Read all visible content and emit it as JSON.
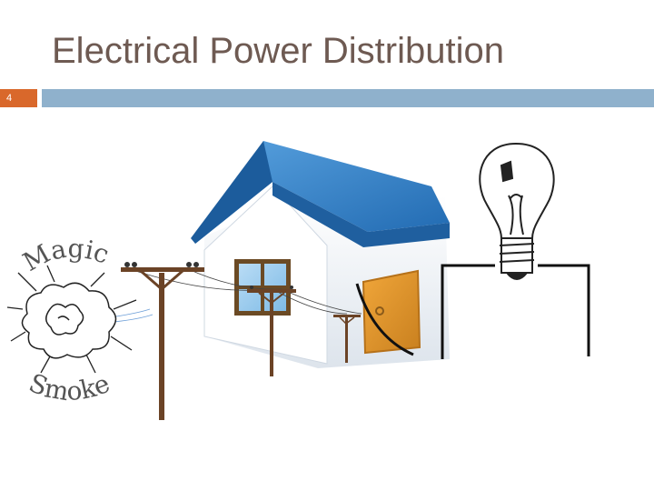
{
  "slide": {
    "title": "Electrical Power Distribution",
    "number": "4"
  },
  "art": {
    "magic_text": "Magic",
    "smoke_text": "Smoke"
  },
  "colors": {
    "title_text": "#6e5a52",
    "number_bar": "#d9682b",
    "title_bar": "#8fb1cc",
    "roof": "#2f7cc4",
    "house_wall": "#f4f7fa",
    "door": "#d98f2a",
    "pole": "#6b4326"
  }
}
